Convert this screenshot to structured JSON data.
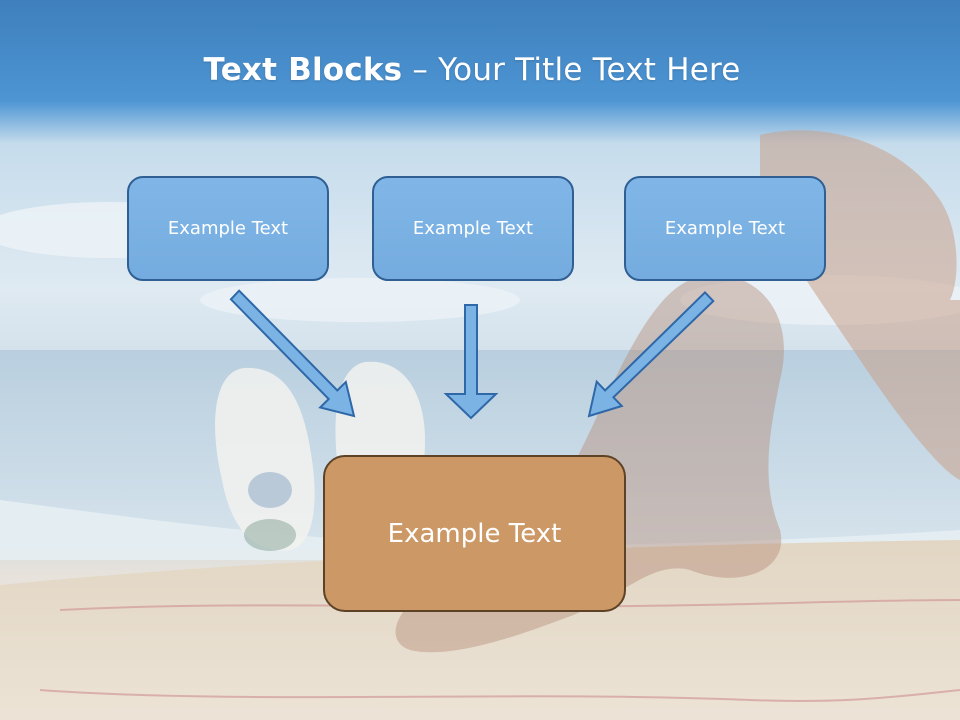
{
  "slide": {
    "title_bold": "Text Blocks",
    "title_dash": " – ",
    "title_rest": "Your Title Text Here",
    "blocks": [
      "Example Text",
      "Example Text",
      "Example Text"
    ],
    "center_block": "Example Text"
  },
  "colors": {
    "header_blue": "#4a8fcb",
    "block_fill": "#7cb3e5",
    "block_border": "#2f5f93",
    "center_fill": "#cc9966",
    "center_border": "#5d4226",
    "arrow_fill": "#7cb3e5",
    "arrow_stroke": "#2f68a8"
  }
}
